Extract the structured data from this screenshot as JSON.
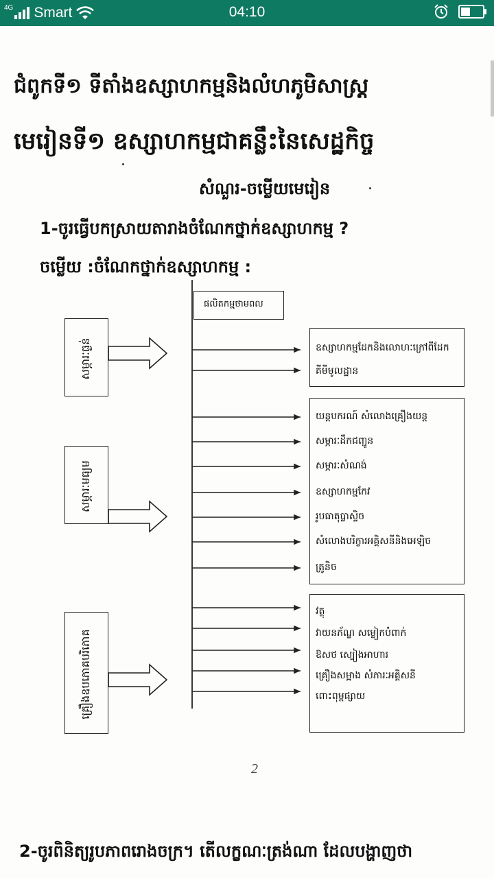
{
  "status_bar": {
    "network_type": "4G",
    "signal": "Smart",
    "time": "04:10",
    "battery_level": 0.45,
    "icons": [
      "signal-icon",
      "wifi-icon",
      "alarm-icon",
      "battery-icon"
    ]
  },
  "document": {
    "chapter_title": "ជំពូកទី១   ទីតាំងឧស្សាហកម្មនិងលំហភូមិសាស្ត្រ",
    "lesson_title": "មេរៀនទី១  ឧស្សាហកម្មជាគន្លឹះនៃសេដ្ឋកិច្ច",
    "subtitle": "សំណួរ-ចម្លើយមេរៀន",
    "question_1": "1-ចូរធ្វើបកស្រាយតារាងចំណែកថ្នាក់ឧស្សាហកម្ម ?",
    "answer_1": "ចម្លើយ :ចំណែកថ្នាក់ឧស្សាហកម្ម :",
    "page_number": "2",
    "question_2": "2-ចូរពិនិត្យរូបភាពរោងចក្រ។   តើលក្ខណៈត្រង់ណា   ដែលបង្ហាញថា"
  },
  "diagram": {
    "top_node": "ផលិតកម្មថាមពល",
    "left_boxes": [
      "សម្ភារៈធ្ងន់",
      "សម្ភារៈមធ្យម",
      "គ្រឿងឧបភោគបរិភោគ"
    ],
    "group_1": [
      "ឧស្សាហកម្មដែកនិងលោហៈក្រៅពីដែក",
      "គីមីមូលដ្ឋាន"
    ],
    "group_2": [
      "យន្តបករណ៍ សំលោងគ្រឿងយន្ត",
      "សម្ភារៈដឹកជញ្ជូន",
      "សម្ភារៈសំណង់",
      "ឧស្សាហកម្មកែវ",
      "រូបធាតុប្លាស្ទិច",
      "សំលោងបរិក្ខារអគ្គិសនីនិងអេឡិច",
      "ត្រូនិច"
    ],
    "group_3": [
      "វត្ថុ",
      "វាយនភ័ណ្ឌ សម្លៀកបំពាក់",
      "ឱសថ ស្បៀងអាហារ",
      "គ្រឿងសម្អាង សំភារៈអគ្គិសនី",
      "ពោះពុម្ពផ្សាយ"
    ]
  }
}
